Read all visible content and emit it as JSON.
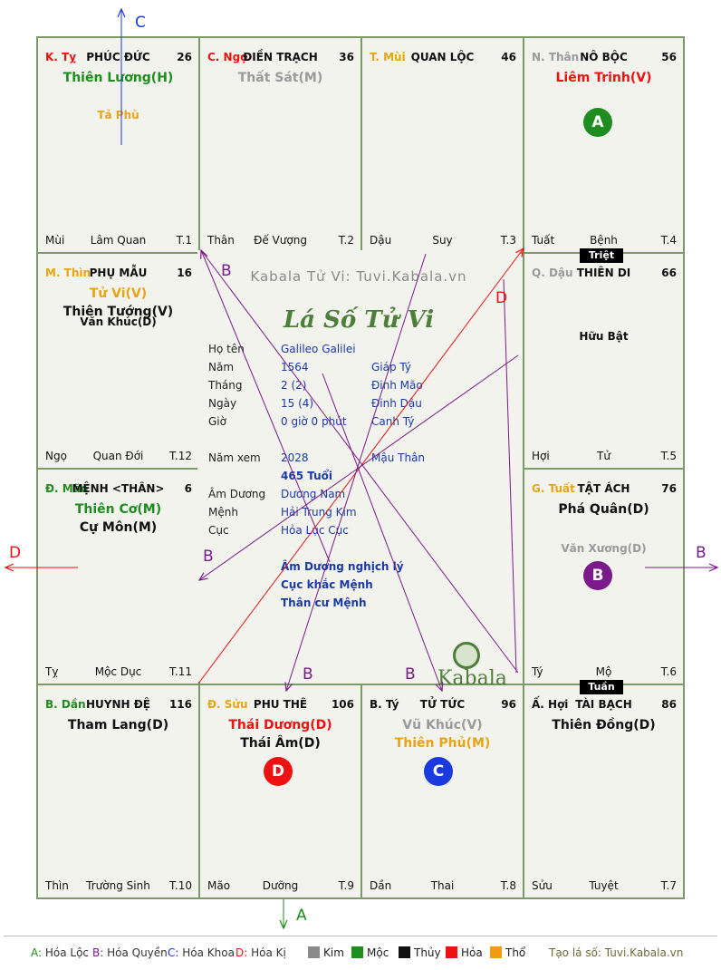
{
  "cells": [
    {
      "can": "K. Tỵ",
      "can_color": "#e11",
      "name": "PHÚC ĐỨC",
      "num": "26",
      "stars": [
        {
          "t": "Thiên Lương(H)",
          "c": "#1e8c1e"
        }
      ],
      "minor": [
        {
          "t": "Tả Phù",
          "c": "#e8a316"
        }
      ],
      "foot": [
        "Mùi",
        "Lâm Quan",
        "T.1"
      ]
    },
    {
      "can": "C. Ngọ",
      "can_color": "#e11",
      "name": "ĐIỀN TRẠCH",
      "num": "36",
      "stars": [
        {
          "t": "Thất Sát(M)",
          "c": "#9a9a9a"
        }
      ],
      "minor": [],
      "foot": [
        "Thân",
        "Đế Vượng",
        "T.2"
      ]
    },
    {
      "can": "T. Mùi",
      "can_color": "#e8a316",
      "name": "QUAN LỘC",
      "num": "46",
      "stars": [],
      "minor": [],
      "foot": [
        "Dậu",
        "Suy",
        "T.3"
      ]
    },
    {
      "can": "N. Thân",
      "can_color": "#9a9a9a",
      "name": "NÔ BỘC",
      "num": "56",
      "stars": [
        {
          "t": "Liêm Trinh(V)",
          "c": "#e11"
        }
      ],
      "minor": [],
      "foot": [
        "Tuất",
        "Bệnh",
        "T.4"
      ]
    },
    {
      "can": "M. Thìn",
      "can_color": "#e8a316",
      "name": "PHỤ MẪU",
      "num": "16",
      "stars": [
        {
          "t": "Tử Vi(V)",
          "c": "#e8a316"
        },
        {
          "t": "Thiên Tướng(V)",
          "c": "#111"
        }
      ],
      "minor": [
        {
          "t": "Văn Khúc(D)",
          "c": "#111"
        }
      ],
      "foot": [
        "Ngọ",
        "Quan Đới",
        "T.12"
      ]
    },
    {
      "can": "Q. Dậu",
      "can_color": "#9a9a9a",
      "name": "THIÊN DI",
      "num": "66",
      "stars": [],
      "minor": [
        {
          "t": "Hữu Bật",
          "c": "#111"
        }
      ],
      "foot": [
        "Hợi",
        "Tử",
        "T.5"
      ]
    },
    {
      "can": "Đ. Mão",
      "can_color": "#1e8c1e",
      "name": "MỆNH <THÂN>",
      "num": "6",
      "stars": [
        {
          "t": "Thiên Cơ(M)",
          "c": "#1e8c1e"
        },
        {
          "t": "Cự Môn(M)",
          "c": "#111"
        }
      ],
      "minor": [],
      "foot": [
        "Tỵ",
        "Mộc Dục",
        "T.11"
      ]
    },
    {
      "can": "G. Tuất",
      "can_color": "#e8a316",
      "name": "TẬT ÁCH",
      "num": "76",
      "stars": [
        {
          "t": "Phá Quân(D)",
          "c": "#111"
        }
      ],
      "minor": [
        {
          "t": "Văn Xương(D)",
          "c": "#9a9a9a"
        }
      ],
      "foot": [
        "Tý",
        "Mộ",
        "T.6"
      ]
    },
    {
      "can": "B. Dần",
      "can_color": "#1e8c1e",
      "name": "HUYNH ĐỆ",
      "num": "116",
      "stars": [
        {
          "t": "Tham Lang(D)",
          "c": "#111"
        }
      ],
      "minor": [],
      "foot": [
        "Thìn",
        "Trường Sinh",
        "T.10"
      ]
    },
    {
      "can": "Đ. Sửu",
      "can_color": "#e8a316",
      "name": "PHU THÊ",
      "num": "106",
      "stars": [
        {
          "t": "Thái Dương(D)",
          "c": "#e11"
        },
        {
          "t": "Thái Âm(D)",
          "c": "#111"
        }
      ],
      "minor": [],
      "foot": [
        "Mão",
        "Dưỡng",
        "T.9"
      ]
    },
    {
      "can": "B. Tý",
      "can_color": "#111",
      "name": "TỬ TỨC",
      "num": "96",
      "stars": [
        {
          "t": "Vũ Khúc(V)",
          "c": "#9a9a9a"
        },
        {
          "t": "Thiên Phủ(M)",
          "c": "#e8a316"
        }
      ],
      "minor": [],
      "foot": [
        "Dần",
        "Thai",
        "T.8"
      ]
    },
    {
      "can": "Ấ. Hợi",
      "can_color": "#111",
      "name": "TÀI BẠCH",
      "num": "86",
      "stars": [
        {
          "t": "Thiên Đồng(D)",
          "c": "#111"
        }
      ],
      "minor": [],
      "foot": [
        "Sửu",
        "Tuyệt",
        "T.7"
      ]
    }
  ],
  "tags": {
    "triet": "Triệt",
    "tuan": "Tuần"
  },
  "badges": {
    "A": {
      "label": "A",
      "color": "#1e8c1e"
    },
    "B": {
      "label": "B",
      "color": "#7b1a8a"
    },
    "C": {
      "label": "C",
      "color": "#1a3ae0"
    },
    "D": {
      "label": "D",
      "color": "#e11"
    }
  },
  "center": {
    "watermark": "Kabala Tử Vi: Tuvi.Kabala.vn",
    "logo": "Lá Số Tử Vi",
    "rows": [
      {
        "label": "Họ tên",
        "v1": "Galileo Galilei",
        "v2": ""
      },
      {
        "label": "Năm",
        "v1": "1564",
        "v2": "Giáp Tý"
      },
      {
        "label": "Tháng",
        "v1": "2  (2)",
        "v2": "Đinh Mão"
      },
      {
        "label": "Ngày",
        "v1": "15  (4)",
        "v2": "Đinh Dậu"
      },
      {
        "label": "Giờ",
        "v1": "0 giờ 0 phút",
        "v2": "Canh Tý"
      }
    ],
    "namxem": {
      "label": "Năm xem",
      "v1": "2028",
      "v2": "Mậu Thân"
    },
    "tuoi": "465 Tuổi",
    "rows2": [
      {
        "label": "Âm Dương",
        "v1": "Dương Nam"
      },
      {
        "label": "Mệnh",
        "v1": "Hải Trung Kim"
      },
      {
        "label": "Cục",
        "v1": "Hỏa Lục Cục"
      }
    ],
    "notes": [
      "Âm Dương nghịch lý",
      "Cục khắc Mệnh",
      "Thân cư Mệnh"
    ],
    "kabala": "Kabala"
  },
  "arrows": {
    "top": "C",
    "left": "D",
    "right": "B",
    "bottom": "A",
    "b_labels": [
      "B",
      "B",
      "B",
      "B",
      "B"
    ],
    "d_label": "D"
  },
  "legend": {
    "hoa": [
      {
        "k": "A:",
        "v": "Hóa Lộc",
        "c": "#1e8c1e"
      },
      {
        "k": "B:",
        "v": "Hóa Quyền",
        "c": "#7b1a8a"
      },
      {
        "k": "C:",
        "v": "Hóa Khoa",
        "c": "#1a3ae0"
      },
      {
        "k": "D:",
        "v": "Hóa Kị",
        "c": "#e11"
      }
    ],
    "elements": [
      {
        "v": "Kim",
        "c": "#8a8a8a"
      },
      {
        "v": "Mộc",
        "c": "#1e8c1e"
      },
      {
        "v": "Thủy",
        "c": "#111"
      },
      {
        "v": "Hỏa",
        "c": "#e11"
      },
      {
        "v": "Thổ",
        "c": "#f39c12"
      }
    ],
    "site": "Tạo lá số: Tuvi.Kabala.vn"
  }
}
